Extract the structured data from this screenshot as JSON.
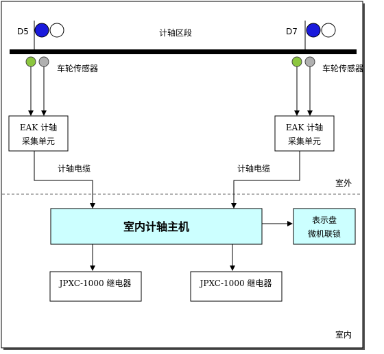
{
  "signals": {
    "left": "D5",
    "right": "D7"
  },
  "section_label": "计轴区段",
  "sensor_label": "车轮传感器",
  "eak_unit": {
    "line1": "EAK 计轴",
    "line2": "采集单元"
  },
  "cable_label": "计轴电缆",
  "zones": {
    "outdoor": "室外",
    "indoor": "室内"
  },
  "host_label": "室内计轴主机",
  "interlock": {
    "line1": "表示盘",
    "line2": "微机联锁"
  },
  "relay_label": "JPXC-1000 继电器",
  "colors": {
    "signal_blue": "#1a1adc",
    "sensor_green": "#8cc63f",
    "sensor_gray": "#b0b0b0",
    "host_fill": "#ccffff",
    "interlock_fill": "#ccffff",
    "rail": "#000000"
  }
}
